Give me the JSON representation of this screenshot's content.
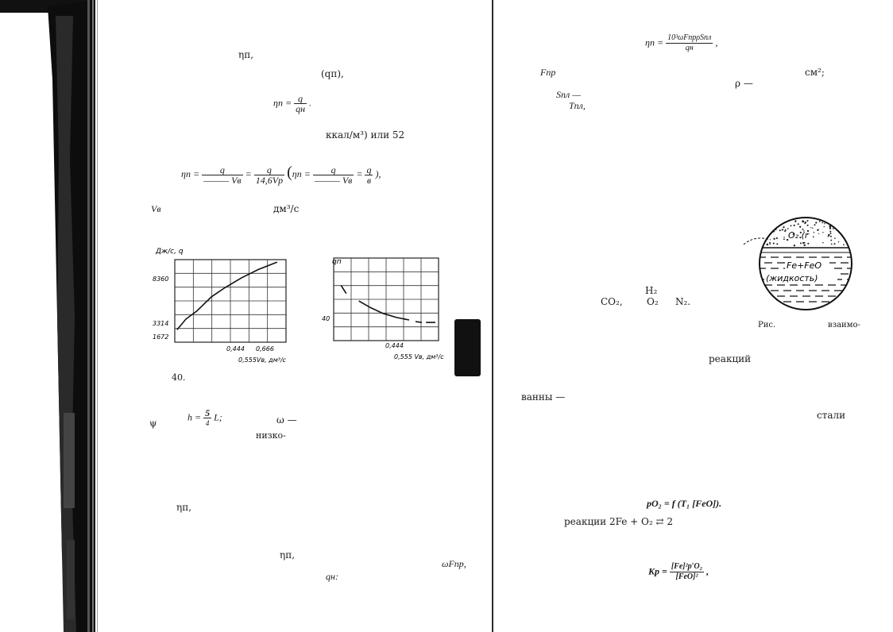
{
  "left_page": {
    "eta_p_1": "ηп,",
    "q_n_paren": "(qп),",
    "eq1": {
      "lhs": "ηп =",
      "num": "q",
      "den": "qн",
      "tail": "."
    },
    "kcal_text": "ккал/м³)  или 52",
    "eq2": {
      "lhs": "ηп =",
      "f1_num": "q",
      "f1_den": "——— Vв",
      "eq": "=",
      "f2_num": "q",
      "f2_den": "14,6Vр",
      "paren_lhs": "ηп =",
      "f3_num": "q",
      "f3_den": "——— Vв",
      "eq2": "=",
      "f4_num": "q",
      "f4_den": "в",
      "tail": "),"
    },
    "vb_label": "Vв",
    "dm3_label": "дм³/с",
    "figure_caption": "40.",
    "psi_line": {
      "psi": "ψ",
      "h_eq": "h =",
      "frac_num": "5",
      "frac_den": "4",
      "L": "L;",
      "omega": "ω —"
    },
    "nizko": "низко-",
    "eta_p_2": "ηп,",
    "eta_p_3": "ηп,",
    "q_n_colon": "qн:",
    "omega_F": "ωFпр,"
  },
  "right_page": {
    "eta_formula": {
      "lhs": "ηп =",
      "num": "10³ωFпрρSпл",
      "den": "qн",
      "tail": ","
    },
    "F_pr": "Fпр",
    "cm2": "см²;",
    "rho": "ρ —",
    "S_pl": "Sпл —",
    "T_pl": "Tпл,",
    "gases": {
      "co2": "CO₂,",
      "h2": "H₂",
      "o2": "O₂",
      "n2": "N₂."
    },
    "diagram": {
      "top": "O₂ (г",
      "mid": "Fe+FeO",
      "bottom": "(жидкость)"
    },
    "fig_caption_a": "Рис.",
    "fig_caption_b": "взаимо-",
    "reakciy": "реакций",
    "vanny": "ванны —",
    "stali": "стали",
    "p_o2_formula": "pO₂ = f (T₁ [FeO]).",
    "reaction_line": "реакции 2Fe + O₂ ⇄ 2",
    "kp_formula": {
      "lhs": "Kp =",
      "num": "[Fe]²p′O₂",
      "den": "[FeO]²",
      "tail": ","
    }
  },
  "chart_data": [
    {
      "type": "line",
      "title": "",
      "ylabel": "Дж/с, q",
      "xlabel": "0,555Vв, дм³/с",
      "y_tick_labels": [
        "8360",
        "3314",
        "1672"
      ],
      "x_tick_labels": [
        "0,444",
        "0,666"
      ],
      "series": [
        {
          "x": [
            0.02,
            0.1,
            0.2,
            0.33,
            0.45,
            0.6,
            0.75,
            0.92
          ],
          "y": [
            0.15,
            0.28,
            0.38,
            0.55,
            0.66,
            0.78,
            0.88,
            0.97
          ]
        }
      ]
    },
    {
      "type": "line",
      "title": "",
      "ylabel": "qп",
      "xlabel": "0,555 Vв, дм³/с",
      "y_tick_labels": [
        "40"
      ],
      "x_tick_labels": [
        "0,444"
      ],
      "series": [
        {
          "x": [
            0.07,
            0.12
          ],
          "y": [
            0.67,
            0.57
          ]
        },
        {
          "x": [
            0.24,
            0.35,
            0.47,
            0.6,
            0.72
          ],
          "y": [
            0.48,
            0.4,
            0.33,
            0.28,
            0.25
          ]
        },
        {
          "x": [
            0.78,
            0.84
          ],
          "y": [
            0.23,
            0.22
          ]
        },
        {
          "x": [
            0.88,
            0.97
          ],
          "y": [
            0.22,
            0.22
          ]
        }
      ]
    }
  ]
}
